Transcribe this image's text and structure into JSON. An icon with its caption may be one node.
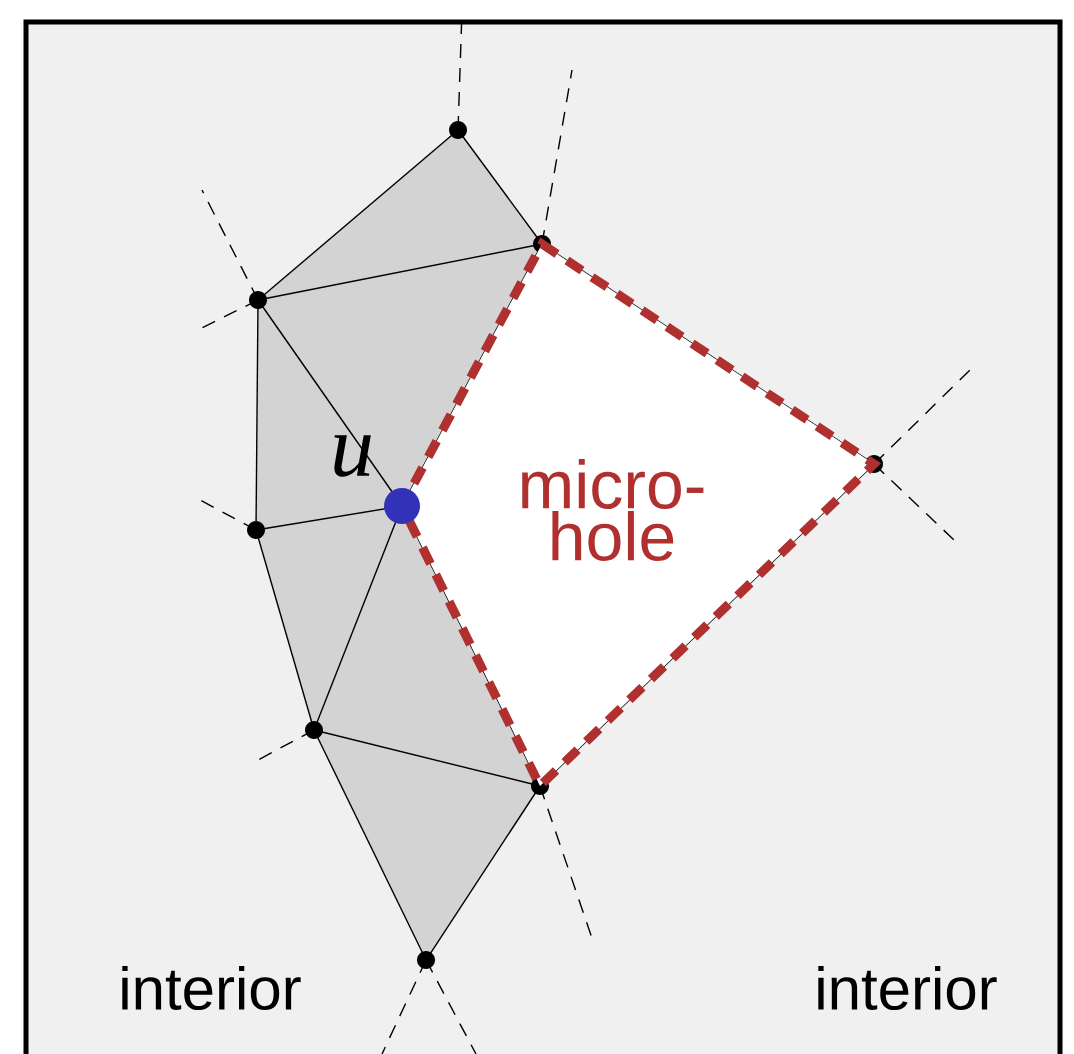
{
  "diagram": {
    "nodes": [
      {
        "text": [
          "micro- hole"
        ]
      }
    ],
    "labels": [
      "u",
      "interior",
      "interior"
    ]
  }
}
